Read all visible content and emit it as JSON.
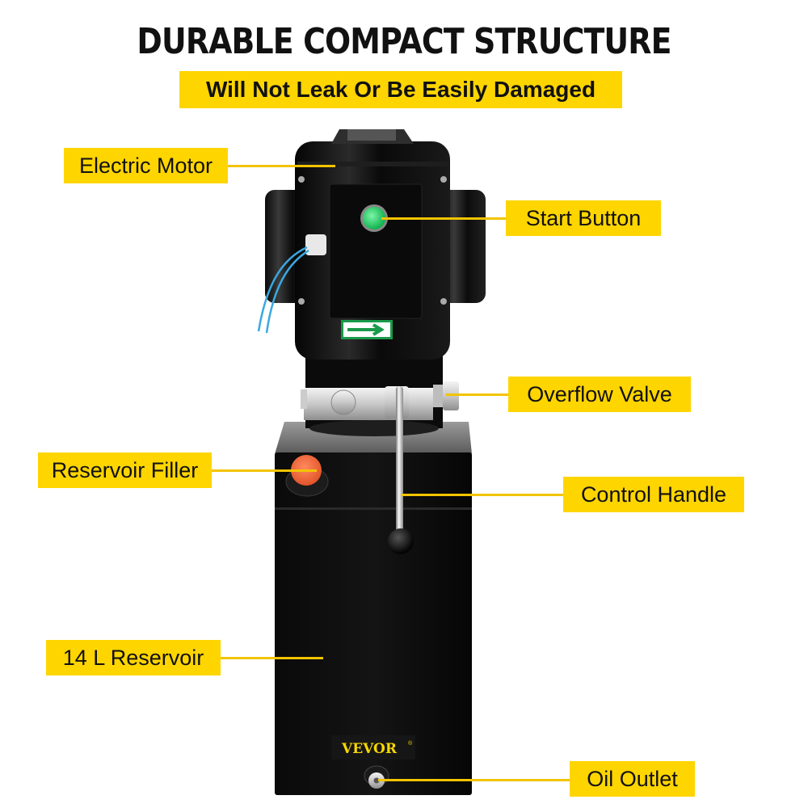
{
  "header": {
    "title": "DURABLE COMPACT STRUCTURE",
    "subtitle": "Will Not Leak Or Be Easily Damaged"
  },
  "colors": {
    "accent_yellow": "#FFD500",
    "body_black": "#0d0d0d",
    "start_button_green": "#22d36a",
    "filler_cap_orange": "#f26a3c",
    "brand_text_yellow": "#f5d800"
  },
  "callouts": [
    {
      "label": "Electric Motor",
      "target": "motor-housing"
    },
    {
      "label": "Start Button",
      "target": "start-button"
    },
    {
      "label": "Overflow Valve",
      "target": "overflow-valve"
    },
    {
      "label": "Reservoir Filler",
      "target": "reservoir-filler-cap"
    },
    {
      "label": "Control Handle",
      "target": "control-handle"
    },
    {
      "label": "14 L Reservoir",
      "target": "reservoir-tank"
    },
    {
      "label": "Oil Outlet",
      "target": "oil-outlet"
    }
  ],
  "product": {
    "brand": "VEVOR",
    "brand_mark": "®",
    "direction_icon": "arrow-right-icon"
  }
}
